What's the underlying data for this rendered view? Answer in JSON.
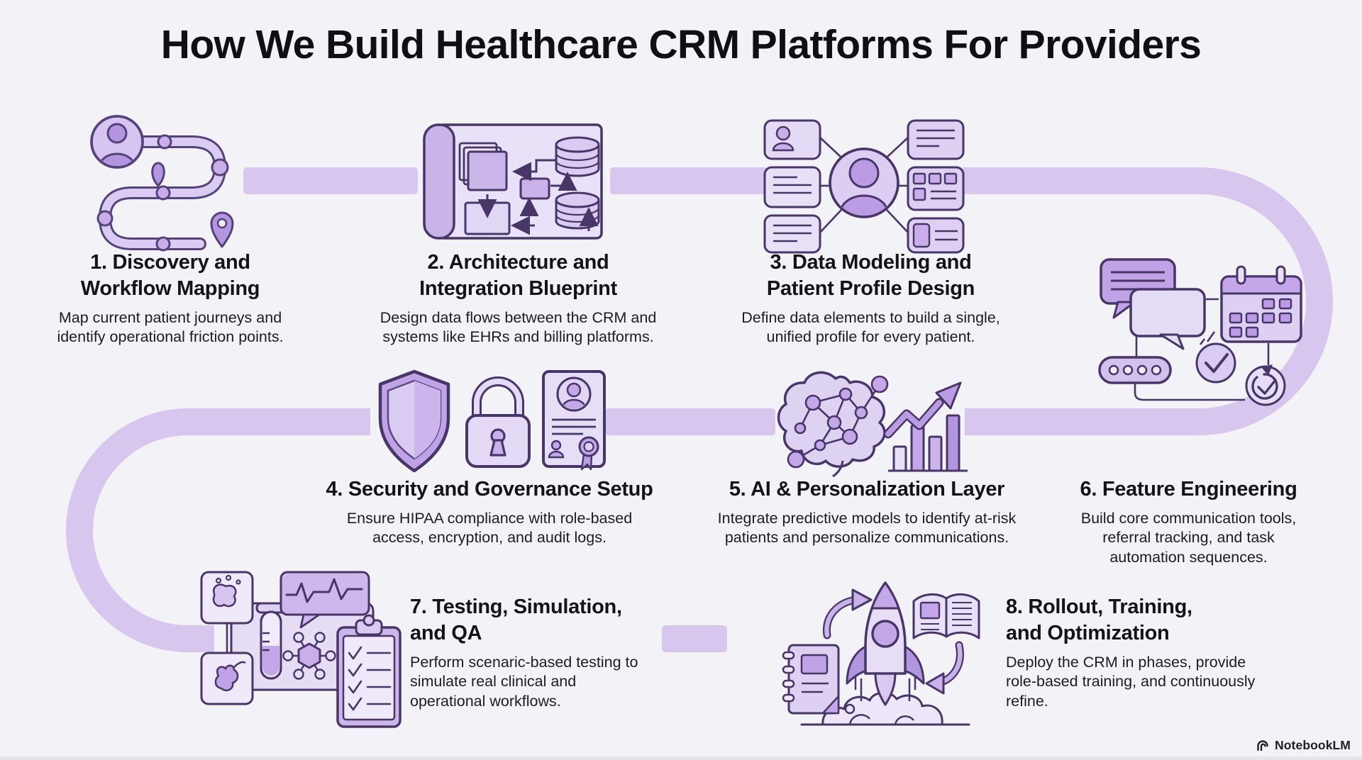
{
  "title": "How We Build Healthcare CRM Platforms For Providers",
  "watermark": {
    "label": "NotebookLM",
    "logo": "notebooklm-logo"
  },
  "colors": {
    "background": "#f3f2f6",
    "connector_band": "#d7c7ef",
    "icon_stroke": "#473667",
    "icon_fill_light": "#e4dbf5",
    "icon_fill_medium": "#c3a7e8",
    "icon_fill_dark": "#b195df",
    "title_text": "#101014",
    "body_text": "#1d1c21"
  },
  "steps": [
    {
      "icon": "journey-map",
      "title": "1. Discovery and\nWorkflow Mapping",
      "desc": "Map current patient journeys and\nidentify operational friction points."
    },
    {
      "icon": "architecture-blueprint",
      "title": "2. Architecture and\nIntegration Blueprint",
      "desc": "Design data flows between the CRM and\nsystems like EHRs and billing platforms."
    },
    {
      "icon": "patient-profile-hub",
      "title": "3. Data Modeling and\nPatient Profile Design",
      "desc": "Define data elements to build a single,\nunified profile for every patient."
    },
    {
      "icon": "shield-lock-certificate",
      "title": "4. Security and Governance Setup",
      "desc": "Ensure HIPAA compliance with role-based\naccess, encryption, and audit logs."
    },
    {
      "icon": "ai-brain-chart",
      "title": "5. AI & Personalization Layer",
      "desc": "Integrate predictive models to identify at-risk\npatients and personalize communications."
    },
    {
      "icon": "communication-calendar-tools",
      "title": "6. Feature Engineering",
      "desc": "Build core communication tools,\nreferral tracking, and task\nautomation sequences."
    },
    {
      "icon": "testing-lab-checklist",
      "title": "7. Testing, Simulation,\nand QA",
      "desc": "Perform scenaric-based testing to\nsimulate real clinical and\noperational workflows."
    },
    {
      "icon": "rocket-launch-training",
      "title": "8. Rollout, Training,\nand Optimization",
      "desc": "Deploy the CRM in phases, provide\nrole-based training, and continuously\nrefine."
    }
  ]
}
